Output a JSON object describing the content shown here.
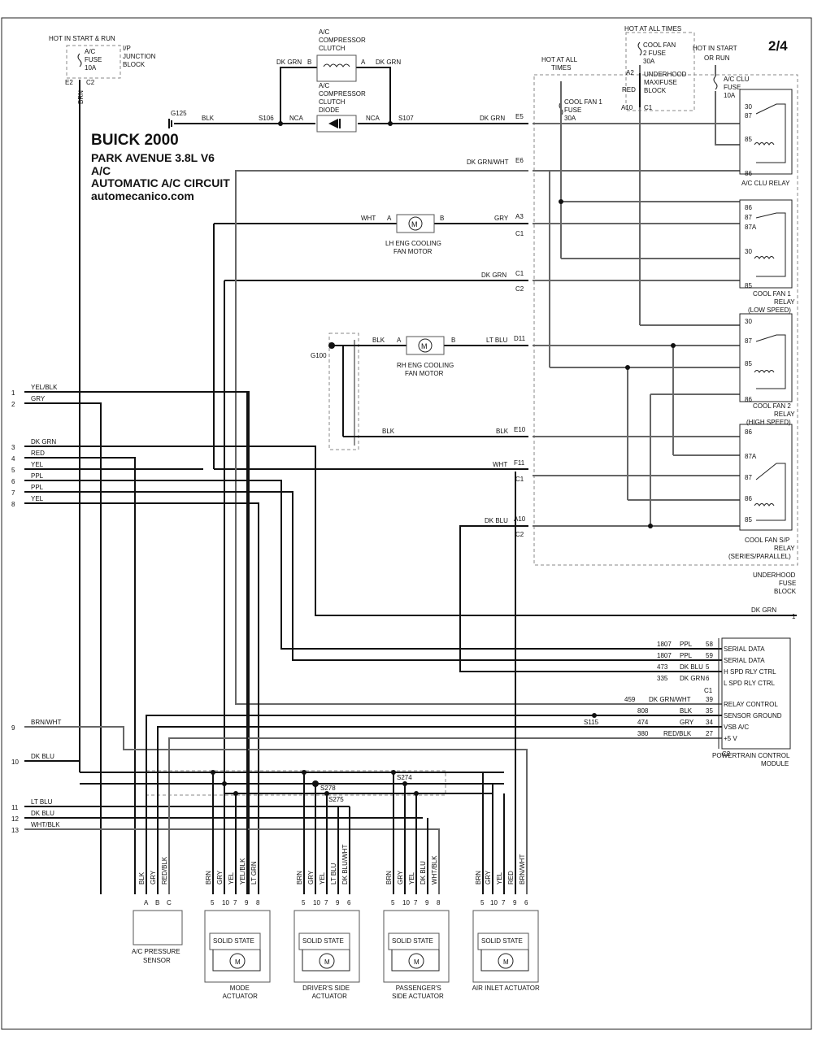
{
  "page_number": "2/4",
  "title": {
    "make": "BUICK 2000",
    "model": "PARK AVENUE  3.8L  V6",
    "system": "A/C",
    "circuit": "AUTOMATIC A/C CIRCUIT",
    "website": "automecanico.com"
  },
  "ip_junction": {
    "hot_label": "HOT IN START & RUN",
    "fuse": [
      "A/C",
      "FUSE",
      "10A"
    ],
    "block": [
      "I/P",
      "JUNCTION",
      "BLOCK"
    ],
    "pins": [
      "E2",
      "C2"
    ],
    "wire": "BRN"
  },
  "compressor": {
    "clutch": [
      "A/C",
      "COMPRESSOR",
      "CLUTCH"
    ],
    "diode": [
      "A/C",
      "COMPRESSOR",
      "CLUTCH",
      "DIODE"
    ],
    "wire_left": "DK GRN",
    "wire_right": "DK GRN",
    "pin_b": "B",
    "pin_a": "A",
    "nca": "NCA",
    "ground": "G125",
    "ground_wire": "BLK",
    "splice1": "S106",
    "splice2": "S107",
    "out_wire": "DK GRN",
    "out_pin": "E5"
  },
  "maxifuse": {
    "hot_label": "HOT AT ALL TIMES",
    "fuse": [
      "COOL FAN",
      "2 FUSE",
      "30A"
    ],
    "block": [
      "UNDERHOOD",
      "MAXIFUSE",
      "BLOCK"
    ],
    "pins": [
      "A2",
      "A10",
      "C1"
    ],
    "wire": "RED"
  },
  "fuse_block": {
    "hot_all": [
      "HOT AT ALL",
      "TIMES"
    ],
    "fuse1": [
      "COOL FAN 1",
      "FUSE",
      "30A"
    ],
    "hot_start": [
      "HOT IN START",
      "OR RUN"
    ],
    "fuse2": [
      "A/C CLU",
      "FUSE",
      "10A"
    ],
    "label": [
      "UNDERHOOD",
      "FUSE",
      "BLOCK"
    ]
  },
  "relays": [
    {
      "name": [
        "A/C CLU RELAY"
      ],
      "pins": [
        "30",
        "87",
        "85",
        "86"
      ]
    },
    {
      "name": [
        "COOL FAN 1",
        "RELAY",
        "(LOW SPEED)"
      ],
      "pins": [
        "86",
        "87",
        "87A",
        "30",
        "85"
      ]
    },
    {
      "name": [
        "COOL FAN 2",
        "RELAY",
        "(HIGH SPEED)"
      ],
      "pins": [
        "30",
        "87",
        "85",
        "86"
      ]
    },
    {
      "name": [
        "COOL FAN S/P",
        "RELAY",
        "(SERIES/PARALLEL)"
      ],
      "pins": [
        "86",
        "87A",
        "87",
        "86",
        "85"
      ]
    }
  ],
  "motors": {
    "lh": {
      "label": [
        "LH ENG COOLING",
        "FAN MOTOR"
      ],
      "wire_in": "WHT",
      "wire_out": "GRY",
      "pin": "A3",
      "conn": "C1",
      "a": "A",
      "b": "B"
    },
    "rh": {
      "label": [
        "RH ENG COOLING",
        "FAN MOTOR"
      ],
      "wire_in": "BLK",
      "wire_out": "LT BLU",
      "pin": "D11",
      "a": "A",
      "b": "B"
    },
    "ground": "G100"
  },
  "fb_rows": [
    {
      "wire": "DK GRN/WHT",
      "pin": "E6",
      "conn": ""
    },
    {
      "wire": "DK GRN",
      "pin": "C1",
      "conn": "C2"
    },
    {
      "wire": "BLK",
      "pin": "E10",
      "conn": "",
      "left": "BLK"
    },
    {
      "wire": "WHT",
      "pin": "F11",
      "conn": "C1"
    },
    {
      "wire": "DK BLU",
      "pin": "A10",
      "conn": "C2"
    }
  ],
  "left_connector": [
    {
      "num": "1",
      "wire": "YEL/BLK"
    },
    {
      "num": "2",
      "wire": "GRY"
    },
    {
      "num": "3",
      "wire": "DK GRN"
    },
    {
      "num": "4",
      "wire": "RED"
    },
    {
      "num": "5",
      "wire": "YEL"
    },
    {
      "num": "6",
      "wire": "PPL"
    },
    {
      "num": "7",
      "wire": "PPL"
    },
    {
      "num": "8",
      "wire": "YEL"
    },
    {
      "num": "9",
      "wire": "BRN/WHT"
    },
    {
      "num": "10",
      "wire": "DK BLU"
    },
    {
      "num": "11",
      "wire": "LT BLU"
    },
    {
      "num": "12",
      "wire": "DK BLU"
    },
    {
      "num": "13",
      "wire": "WHT/BLK"
    }
  ],
  "right_wire": {
    "wire": "DK GRN",
    "num": "1"
  },
  "pcm": {
    "rows": [
      {
        "circuit": "1807",
        "color": "PPL",
        "pin": "58",
        "label": "SERIAL DATA"
      },
      {
        "circuit": "1807",
        "color": "PPL",
        "pin": "59",
        "label": "SERIAL DATA"
      },
      {
        "circuit": "473",
        "color": "DK BLU",
        "pin": "5",
        "label": "H SPD RLY CTRL"
      },
      {
        "circuit": "335",
        "color": "DK GRN",
        "pin": "6",
        "label": "L SPD RLY CTRL"
      },
      {
        "circuit": "459",
        "color": "DK GRN/WHT",
        "pin": "39",
        "label": "RELAY CONTROL"
      },
      {
        "circuit": "808",
        "color": "BLK",
        "pin": "35",
        "label": "SENSOR GROUND"
      },
      {
        "circuit": "474",
        "color": "GRY",
        "pin": "34",
        "label": "VSB A/C"
      },
      {
        "circuit": "380",
        "color": "RED/BLK",
        "pin": "27",
        "label": "+5 V"
      }
    ],
    "conn_top": "C1",
    "conn_bottom": "C2",
    "splice": "S115",
    "label": [
      "POWERTRAIN CONTROL",
      "MODULE"
    ]
  },
  "splices": {
    "s274": "S274",
    "s278": "S278",
    "s275": "S275"
  },
  "sensor": {
    "label": [
      "A/C PRESSURE",
      "SENSOR"
    ],
    "wires": [
      "BLK",
      "GRY",
      "RED/BLK"
    ],
    "pins": [
      "A",
      "B",
      "C"
    ]
  },
  "actuators": [
    {
      "label": [
        "MODE",
        "ACTUATOR"
      ],
      "wires": [
        "BRN",
        "GRY",
        "YEL",
        "YEL/BLK",
        "LT GRN"
      ],
      "pins": [
        "5",
        "10",
        "7",
        "9",
        "8"
      ],
      "solid": "SOLID STATE",
      "motor": "M"
    },
    {
      "label": [
        "DRIVER'S SIDE",
        "ACTUATOR"
      ],
      "wires": [
        "BRN",
        "GRY",
        "YEL",
        "LT BLU",
        "DK BLU/WHT"
      ],
      "pins": [
        "5",
        "10",
        "7",
        "9",
        "6"
      ],
      "solid": "SOLID STATE",
      "motor": "M"
    },
    {
      "label": [
        "PASSENGER'S",
        "SIDE ACTUATOR"
      ],
      "wires": [
        "BRN",
        "GRY",
        "YEL",
        "DK BLU",
        "WHT/BLK"
      ],
      "pins": [
        "5",
        "10",
        "7",
        "9",
        "8"
      ],
      "solid": "SOLID STATE",
      "motor": "M"
    },
    {
      "label": [
        "AIR INLET ACTUATOR"
      ],
      "wires": [
        "BRN",
        "GRY",
        "YEL",
        "RED",
        "BRN/WHT"
      ],
      "pins": [
        "5",
        "10",
        "7",
        "9",
        "6"
      ],
      "solid": "SOLID STATE",
      "motor": "M"
    }
  ]
}
